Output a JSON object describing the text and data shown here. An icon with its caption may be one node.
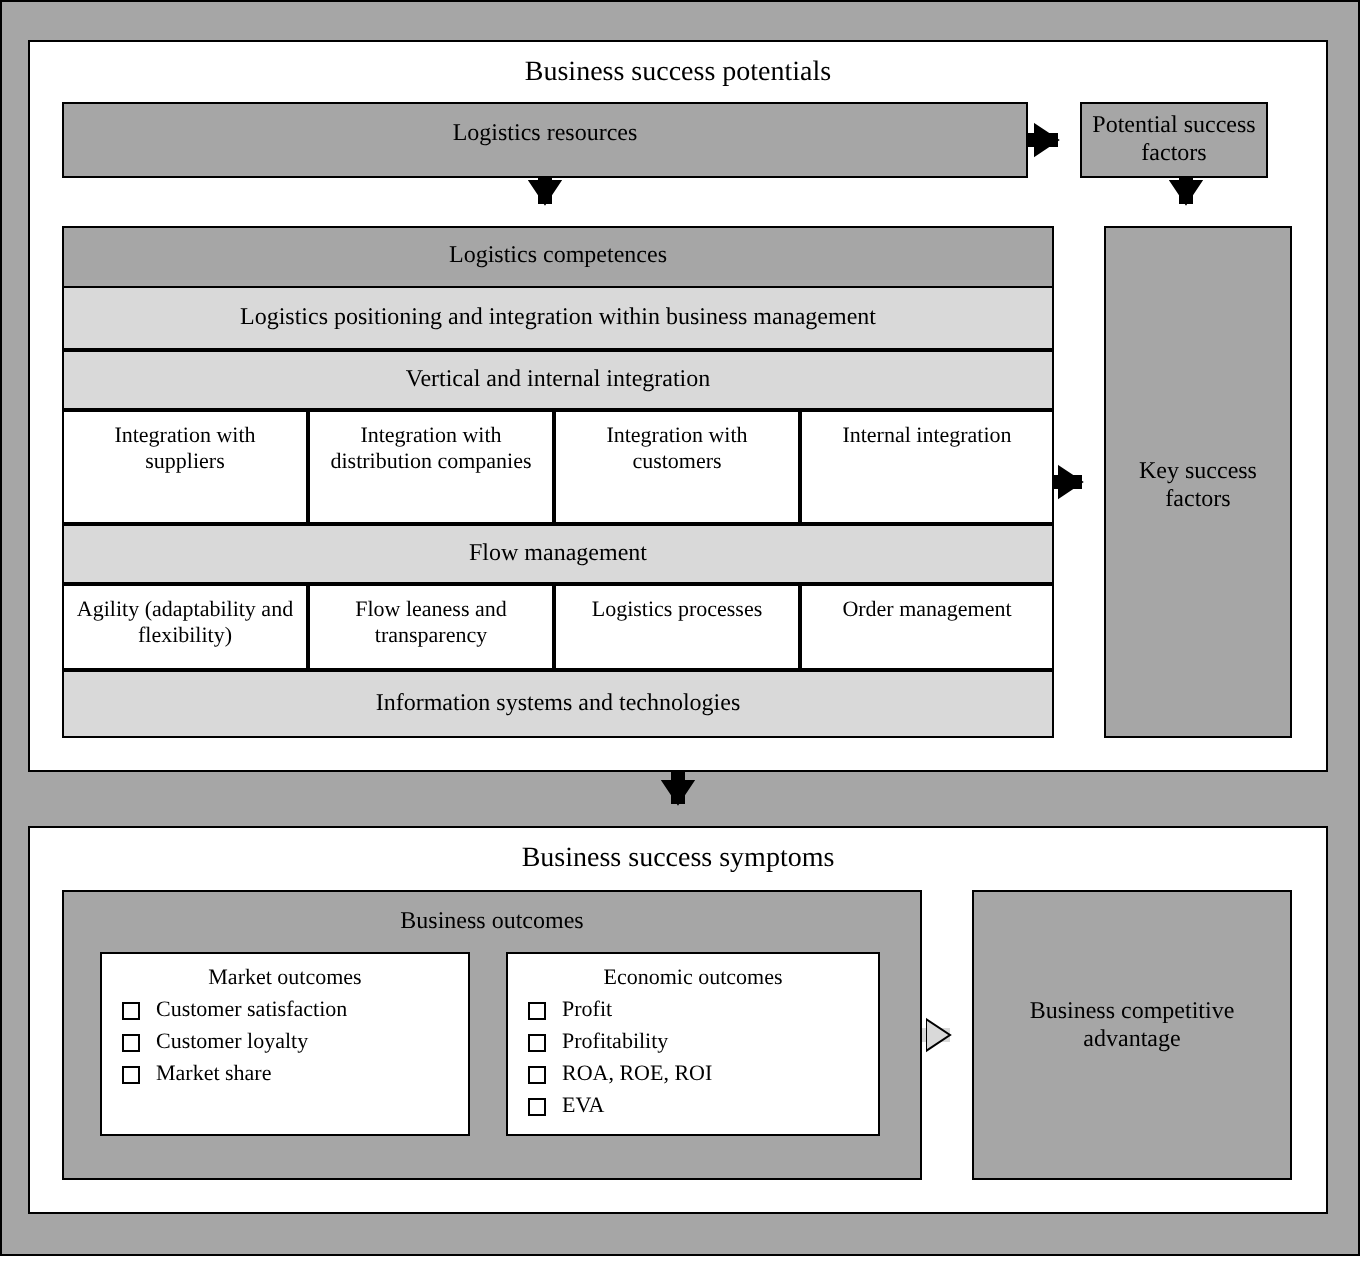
{
  "diagram": {
    "nodes": [
      {
        "text": [
          "Business success potentials"
        ]
      },
      {
        "text": [
          "Logistics resources"
        ],
        "in": 0
      },
      {
        "text": [
          "Potential success factors"
        ],
        "in": 0
      },
      {
        "text": [
          "Logistics competences"
        ],
        "in": 0
      },
      {
        "text": [
          "Logistics positioning and integration within business management"
        ],
        "in": 3
      },
      {
        "text": [
          "Vertical and internal integration"
        ],
        "in": 3
      },
      {
        "text": [
          "Integration with suppliers"
        ],
        "in": 3
      },
      {
        "text": [
          "Integration with distribution companies"
        ],
        "in": 3
      },
      {
        "text": [
          "Integration with customers"
        ],
        "in": 3
      },
      {
        "text": [
          "Internal integration"
        ],
        "in": 3
      },
      {
        "text": [
          "Flow management"
        ],
        "in": 3
      },
      {
        "text": [
          "Agility (adaptability and flexibility)"
        ],
        "in": 3
      },
      {
        "text": [
          "Flow leaness and transparency"
        ],
        "in": 3
      },
      {
        "text": [
          "Logistics processes"
        ],
        "in": 3
      },
      {
        "text": [
          "Order management"
        ],
        "in": 3
      },
      {
        "text": [
          "Information systems and technologies"
        ],
        "in": 3
      },
      {
        "text": [
          "Key success factors"
        ],
        "in": 0
      },
      {
        "text": [
          "Business success symptoms"
        ]
      },
      {
        "text": [
          "Business outcomes"
        ],
        "in": 17
      },
      {
        "text": [
          "Market outcomes",
          "Customer satisfaction",
          "Customer loyalty",
          "Market share"
        ],
        "in": 18
      },
      {
        "text": [
          "Economic outcomes",
          "Profit",
          "Profitability",
          "ROA, ROE, ROI",
          "EVA"
        ],
        "in": 18
      },
      {
        "text": [
          "Business competitive advantage"
        ],
        "in": 17
      }
    ],
    "edges": [
      {
        "from": 1,
        "to": 2,
        "arrow": "to"
      },
      {
        "from": 1,
        "to": 3,
        "arrow": "to"
      },
      {
        "from": 2,
        "to": 16,
        "arrow": "to"
      },
      {
        "from": 3,
        "to": 16,
        "arrow": "to"
      },
      {
        "from": 0,
        "to": 17,
        "arrow": "to"
      },
      {
        "from": 18,
        "to": 21,
        "arrow": "to",
        "color": "#d9d9d9"
      }
    ]
  }
}
